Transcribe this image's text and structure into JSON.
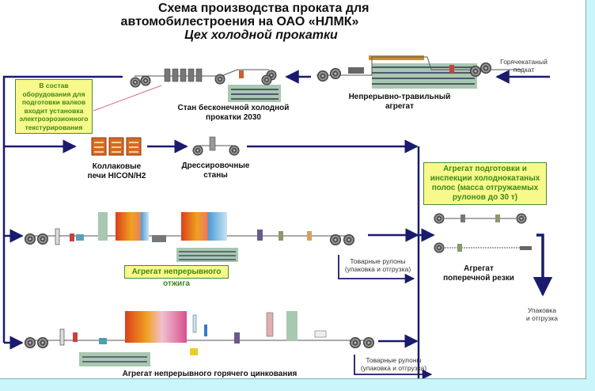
{
  "title": {
    "line1": "Схема производства проката для",
    "line2": "автомобилестроения на ОАО «НЛМК»",
    "line3": "Цех холодной прокатки"
  },
  "units": {
    "pickling": "Непрерывно-травильный агрегат",
    "pickling_l1": "Непрерывно-травильный",
    "pickling_l2": "агрегат",
    "cold_mill_l1": "Стан бесконечной холодной",
    "cold_mill_l2": "прокатки 2030",
    "bell_furnaces_l1": "Коллаковые",
    "bell_furnaces_l2": "печи HICON/H2",
    "temper_mills_l1": "Дрессировочные",
    "temper_mills_l2": "станы",
    "annealing": "Агрегат непрерывного отжига",
    "galvanizing": "Агрегат непрерывного горячего цинкования",
    "inspection_l1": "Агрегат подготовки и",
    "inspection_l2": "инспекции холоднокатаных",
    "inspection_l3": "полос (масса отгружаемых",
    "inspection_l4": "рулонов до 30 т)",
    "cut_to_length_l1": "Агрегат",
    "cut_to_length_l2": "поперечной резки"
  },
  "notes": {
    "roll_prep_l1": "В состав",
    "roll_prep_l2": "оборудования для",
    "roll_prep_l3": "подготовки валков",
    "roll_prep_l4": "входит установка",
    "roll_prep_l5": "электроэрозионного",
    "roll_prep_l6": "текстурирования",
    "hot_rolled_l1": "Горячекатаный",
    "hot_rolled_l2": "подкат",
    "coils_annealing_l1": "Товарные рулоны",
    "coils_annealing_l2": "(упаковка и отгрузка)",
    "coils_galv_l1": "Товарные рулоны",
    "coils_galv_l2": "(упаковка и отгрузка)",
    "packing_l1": "Упаковка",
    "packing_l2": "и отгрузка"
  },
  "colors": {
    "flow_arrow": "#1a1a6e",
    "note_fill": "#f7f98a",
    "note_border": "#4a8a3a",
    "note_text": "#3a8a1a",
    "looper_fill": "#a8c8b0",
    "background": "#c9f6fb"
  }
}
